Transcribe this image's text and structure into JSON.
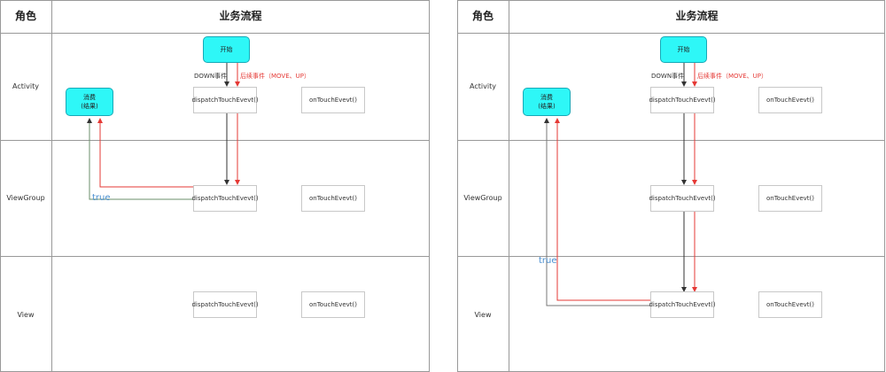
{
  "panels": [
    {
      "header_role": "角色",
      "header_flow": "业务流程",
      "roles": [
        "Activity",
        "ViewGroup",
        "View"
      ],
      "start": "开始",
      "consume": [
        "消费",
        "(结果)"
      ],
      "down_event": "DOWN事件",
      "follow_event": "后续事件（MOVE、UP）",
      "dispatch": [
        "dispatchTouchEvevt()",
        "dispatchTouchEvevt()",
        "dispatchTouchEvevt()"
      ],
      "ontouch": [
        "onTouchEvevt()",
        "onTouchEvevt()",
        "onTouchEvevt()"
      ],
      "true_label": "true",
      "consumed_by": "ViewGroup"
    },
    {
      "header_role": "角色",
      "header_flow": "业务流程",
      "roles": [
        "Activity",
        "ViewGroup",
        "View"
      ],
      "start": "开始",
      "consume": [
        "消费",
        "(结果)"
      ],
      "down_event": "DOWN事件",
      "follow_event": "后续事件（MOVE、UP）",
      "dispatch": [
        "dispatchTouchEvevt()",
        "dispatchTouchEvevt()",
        "dispatchTouchEvevt()"
      ],
      "ontouch": [
        "onTouchEvevt()",
        "onTouchEvevt()",
        "onTouchEvevt()"
      ],
      "true_label": "true",
      "consumed_by": "View"
    }
  ],
  "colors": {
    "start_fill": "#2ef7f7",
    "down_arrow": "#333333",
    "follow_arrow": "#e53935",
    "true_text": "#4a8fd0"
  }
}
